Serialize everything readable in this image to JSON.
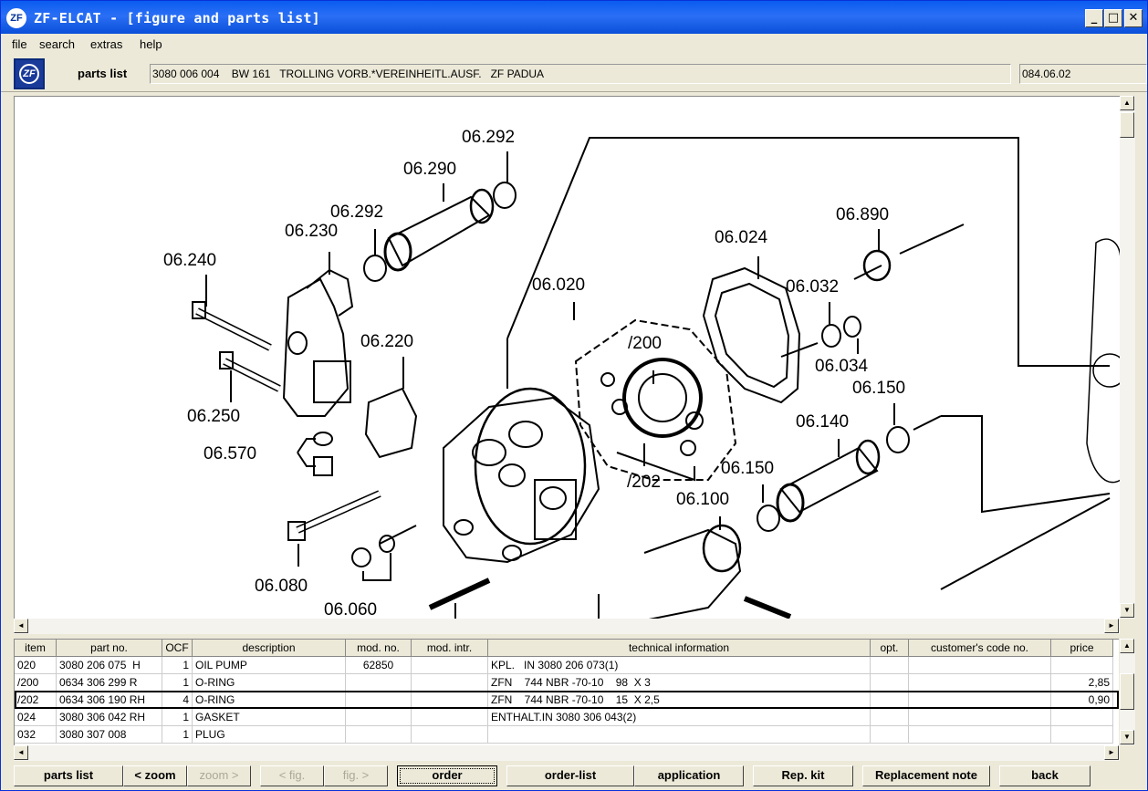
{
  "window": {
    "logo_text": "ZF",
    "title": "ZF-ELCAT - [figure and parts list]",
    "minimize_glyph": "_",
    "maximize_glyph": "□",
    "close_glyph": "✕"
  },
  "menu": [
    "file",
    "search",
    "extras",
    "help"
  ],
  "header": {
    "logo_text": "ZF",
    "label": "parts list",
    "parts_list_text": "3080 006 004    BW 161   TROLLING VORB.*VEREINHEITL.AUSF.   ZF PADUA",
    "date": "084.06.02"
  },
  "figure": {
    "callouts": [
      "06.292",
      "06.290",
      "06.292",
      "06.230",
      "06.240",
      "06.250",
      "06.220",
      "06.570",
      "06.020",
      "/200",
      "/202",
      "06.024",
      "06.890",
      "06.032",
      "06.034",
      "06.150",
      "06.140",
      "06.150",
      "06.100",
      "06.080",
      "06.060"
    ]
  },
  "table": {
    "columns": [
      "item",
      "part no.",
      "OCF",
      "description",
      "mod. no.",
      "mod. intr.",
      "technical information",
      "opt.",
      "customer's code no.",
      "price"
    ],
    "rows": [
      {
        "item": "020",
        "part_no": "3080 206 075  H",
        "ocf": "1",
        "description": "OIL PUMP",
        "mod_no": "62850",
        "mod_intr": "",
        "tech": "KPL.   IN 3080 206 073(1)",
        "opt": "",
        "customer": "",
        "price": ""
      },
      {
        "item": "/200",
        "part_no": "0634 306 299 R",
        "ocf": "1",
        "description": "O-RING",
        "mod_no": "",
        "mod_intr": "",
        "tech": "ZFN    744 NBR -70-10    98  X 3",
        "opt": "",
        "customer": "",
        "price": "2,85"
      },
      {
        "item": "/202",
        "part_no": "0634 306 190 RH",
        "ocf": "4",
        "description": "O-RING",
        "mod_no": "",
        "mod_intr": "",
        "tech": "ZFN    744 NBR -70-10    15  X 2,5",
        "opt": "",
        "customer": "",
        "price": "0,90"
      },
      {
        "item": "024",
        "part_no": "3080 306 042 RH",
        "ocf": "1",
        "description": "GASKET",
        "mod_no": "",
        "mod_intr": "",
        "tech": "ENTHALT.IN 3080 306 043(2)",
        "opt": "",
        "customer": "",
        "price": ""
      },
      {
        "item": "032",
        "part_no": "3080 307 008",
        "ocf": "1",
        "description": "PLUG",
        "mod_no": "",
        "mod_intr": "",
        "tech": "",
        "opt": "",
        "customer": "",
        "price": ""
      }
    ]
  },
  "buttons": [
    "parts list",
    "< zoom",
    "zoom >",
    "< fig.",
    "fig. >",
    "order",
    "order-list",
    "application",
    "Rep. kit",
    "Replacement note",
    "back"
  ],
  "colors": {
    "titlebar": "#0a5cf0",
    "chrome": "#ece9d8",
    "zf_blue": "#1a3a9a"
  },
  "icons": {
    "scroll_up": "▲",
    "scroll_down": "▼",
    "scroll_left": "◄",
    "scroll_right": "►"
  }
}
